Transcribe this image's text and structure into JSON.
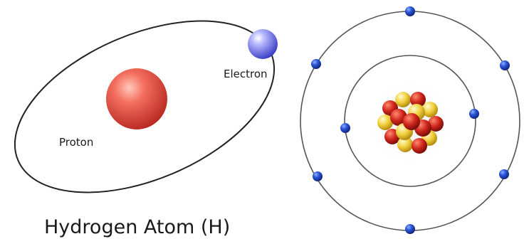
{
  "hydrogen_atom": {
    "title": "Hydrogen Atom (H)",
    "proton_label": "Proton",
    "electron_label": "Electron",
    "colors": {
      "proton": "#e8574a",
      "electron": "#6e70e6",
      "orbit": "#222222"
    }
  },
  "shell_atom": {
    "colors": {
      "electron": "#1f45c8",
      "orbit": "#555555",
      "nucleus_red": "#c8281e",
      "nucleus_yellow": "#f0cf3a"
    }
  }
}
